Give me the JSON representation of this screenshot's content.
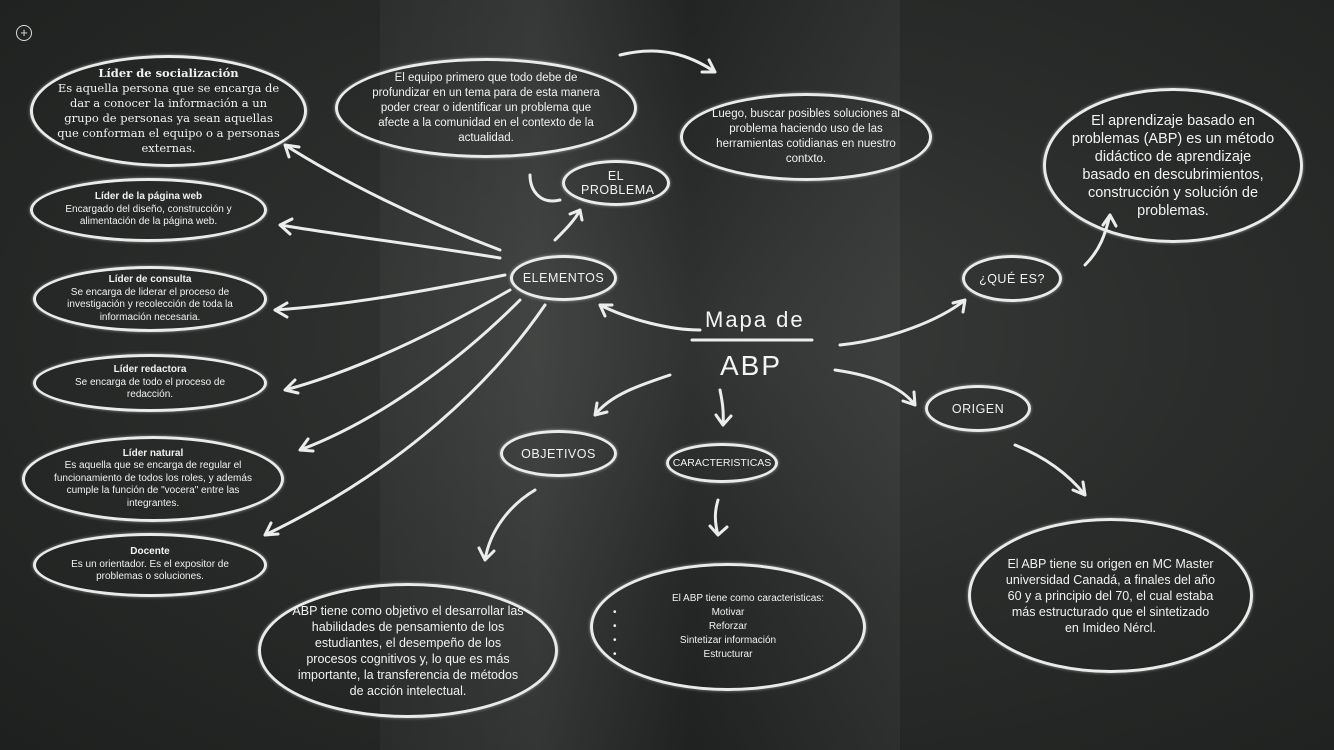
{
  "title": {
    "line1": "Mapa de",
    "line2": "ABP"
  },
  "labels": {
    "elementos": "ELEMENTOS",
    "problema": "EL PROBLEMA",
    "que_es": "¿QUÉ ES?",
    "origen": "ORIGEN",
    "objetivos": "OBJETIVOS",
    "caracteristicas": "CARACTERISTICAS"
  },
  "roles": [
    {
      "title": "Líder de socialización",
      "desc": "Es aquella persona que se encarga de dar a conocer la información a un grupo de personas ya sean aquellas que conforman el equipo o a personas externas."
    },
    {
      "title": "Líder de la página web",
      "desc": "Encargado del diseño, construcción y alimentación de la página web."
    },
    {
      "title": "Líder de consulta",
      "desc": "Se encarga de liderar el proceso de investigación y recolección de toda la información necesaria."
    },
    {
      "title": "Líder redactora",
      "desc": "Se encarga de todo el proceso de redacción."
    },
    {
      "title": "Líder natural",
      "desc": "Es aquella que se encarga de regular el funcionamiento de todos los roles, y además cumple la función de \"vocera\" entre las integrantes."
    },
    {
      "title": "Docente",
      "desc": "Es un orientador. Es el expositor de problemas o soluciones."
    }
  ],
  "problema_desc": "El equipo primero que todo debe de profundizar en un tema para de esta manera poder crear o identificar un problema que afecte a la comunidad en el contexto de la actualidad.",
  "soluciones_desc": "Luego, buscar posibles soluciones al problema haciendo uso de las herramientas cotidianas en nuestro contxto.",
  "definicion": "El aprendizaje basado en problemas (ABP) es un método didáctico de aprendizaje basado en descubrimientos, construcción y solución de problemas.",
  "origen_desc": "El ABP tiene su origen en MC Master universidad Canadá, a finales del año 60 y a principio del 70, el cual estaba más estructurado que el sintetizado en Imideo Nércl.",
  "objetivos_desc": "ABP tiene como objetivo el desarrollar las habilidades de pensamiento de los estudiantes, el desempeño de los procesos cognitivos y, lo que es más importante, la transferencia de métodos de acción intelectual.",
  "caracteristicas": {
    "intro": "El ABP tiene como caracteristicas:",
    "items": [
      "Motivar",
      "Reforzar",
      "Sintetizar información",
      "Estructurar"
    ]
  },
  "colors": {
    "chalk": "#eaeaea",
    "board": "#2b2d2c"
  }
}
